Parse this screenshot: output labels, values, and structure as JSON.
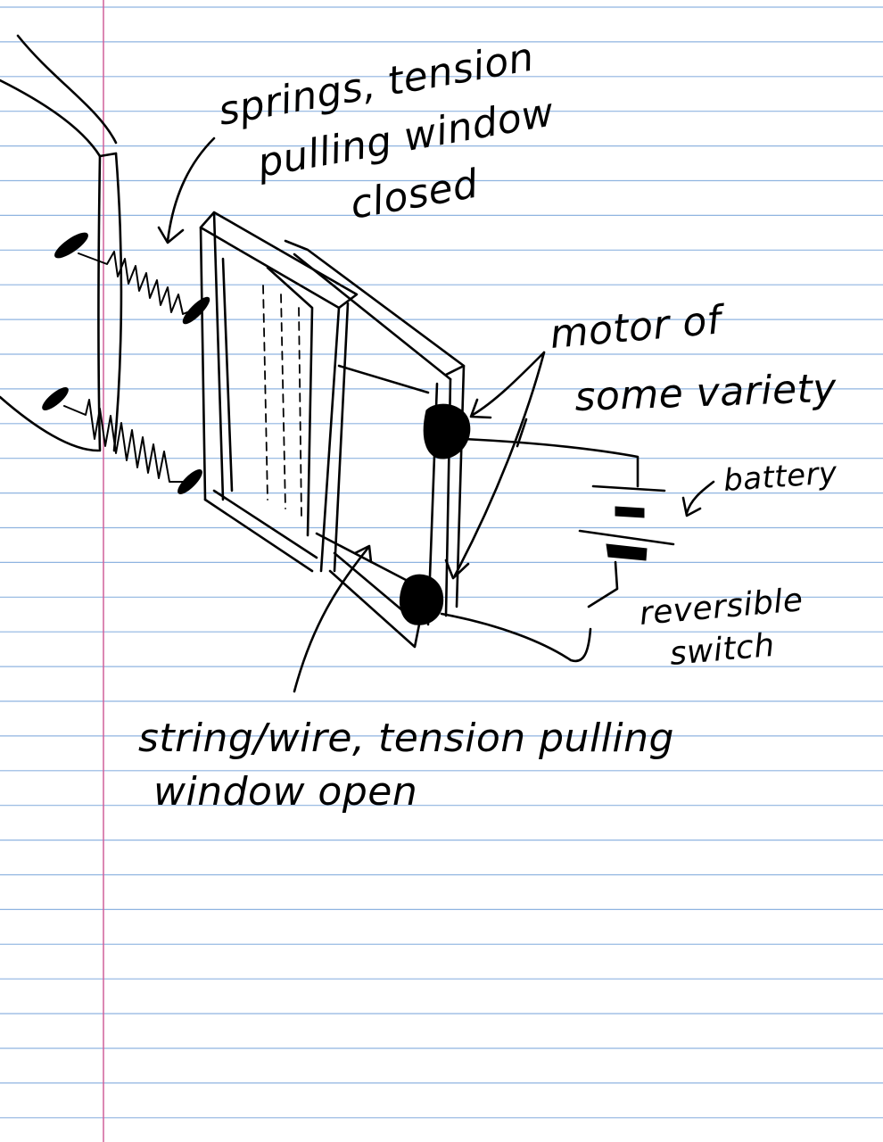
{
  "paper": {
    "rule_color": "#8fb4e0",
    "margin_color": "#d0609a",
    "ink_color": "#000000"
  },
  "labels": {
    "springs": [
      "springs, tension",
      "pulling window",
      "closed"
    ],
    "motor": [
      "motor of",
      "some variety"
    ],
    "battery": "battery",
    "switch": [
      "reversible",
      "switch"
    ],
    "string": [
      "string/wire, tension pulling",
      "window open"
    ]
  }
}
